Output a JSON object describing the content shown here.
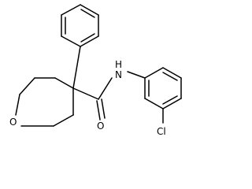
{
  "molecule": {
    "atom_labels": {
      "oxygen_ring": "O",
      "oxygen_carbonyl": "O",
      "nitrogen": "N",
      "hydrogen": "H",
      "chlorine": "Cl"
    }
  }
}
